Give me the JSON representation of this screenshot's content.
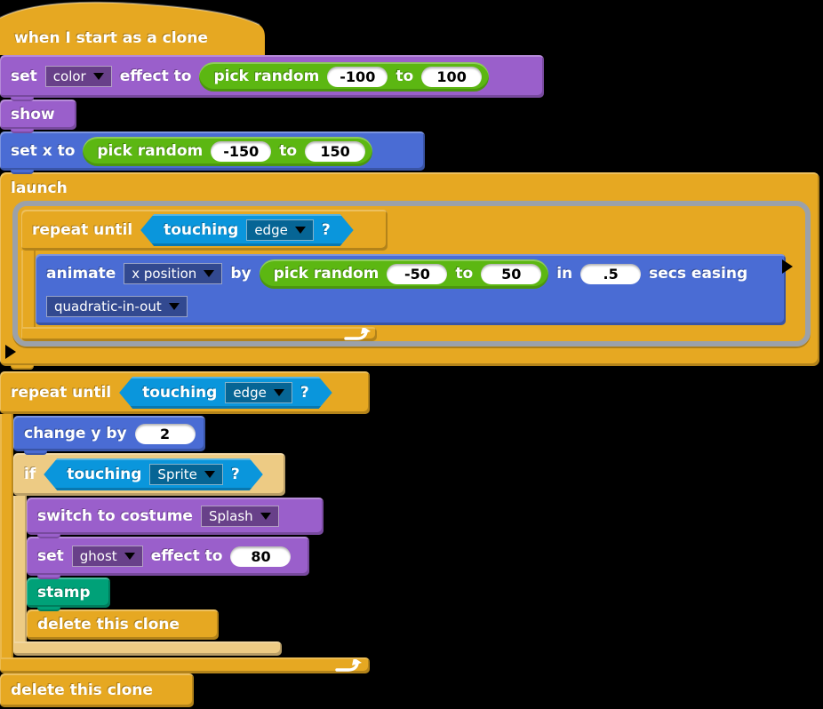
{
  "colors": {
    "control": "#E6A822",
    "control_light": "#EDCB84",
    "looks": "#9A5FCB",
    "motion": "#4A6CD4",
    "sensing": "#0A96DC",
    "operators": "#5CB712",
    "pen": "#00A178",
    "ring": "#9BA1A9"
  },
  "icons": {
    "loop_arrow": "curved arrow pointing up-right",
    "dropdown_caret": "black down triangle",
    "expand_arrow": "black right triangle"
  },
  "blocks": {
    "hat": {
      "label": "when I start as a clone"
    },
    "set_effect": {
      "set": "set",
      "effect_dropdown": "color",
      "effect_to": "effect to",
      "pick_random": {
        "label": "pick random",
        "min": "-100",
        "to": "to",
        "max": "100"
      }
    },
    "show": {
      "label": "show"
    },
    "set_x": {
      "label": "set x to",
      "pick_random": {
        "label": "pick random",
        "min": "-150",
        "to": "to",
        "max": "150"
      }
    },
    "launch": {
      "label": "launch"
    },
    "repeat_until_inner": {
      "label": "repeat until",
      "condition": {
        "label": "touching",
        "dropdown": "edge",
        "question": "?"
      }
    },
    "animate": {
      "label": "animate",
      "property_dropdown": "x position",
      "by": "by",
      "pick_random": {
        "label": "pick random",
        "min": "-50",
        "to": "to",
        "max": "50"
      },
      "in": "in",
      "secs_value": ".5",
      "secs_easing": "secs easing",
      "easing_dropdown": "quadratic-in-out"
    },
    "repeat_until_outer": {
      "label": "repeat until",
      "condition": {
        "label": "touching",
        "dropdown": "edge",
        "question": "?"
      }
    },
    "change_y": {
      "label": "change y by",
      "value": "2"
    },
    "if_block": {
      "label": "if",
      "condition": {
        "label": "touching",
        "dropdown": "Sprite",
        "question": "?"
      }
    },
    "switch_costume": {
      "label": "switch to costume",
      "costume_dropdown": "Splash"
    },
    "set_ghost": {
      "set": "set",
      "effect_dropdown": "ghost",
      "effect_to": "effect to",
      "value": "80"
    },
    "stamp": {
      "label": "stamp"
    },
    "delete_clone_inner": {
      "label": "delete this clone"
    },
    "delete_clone_outer": {
      "label": "delete this clone"
    }
  }
}
